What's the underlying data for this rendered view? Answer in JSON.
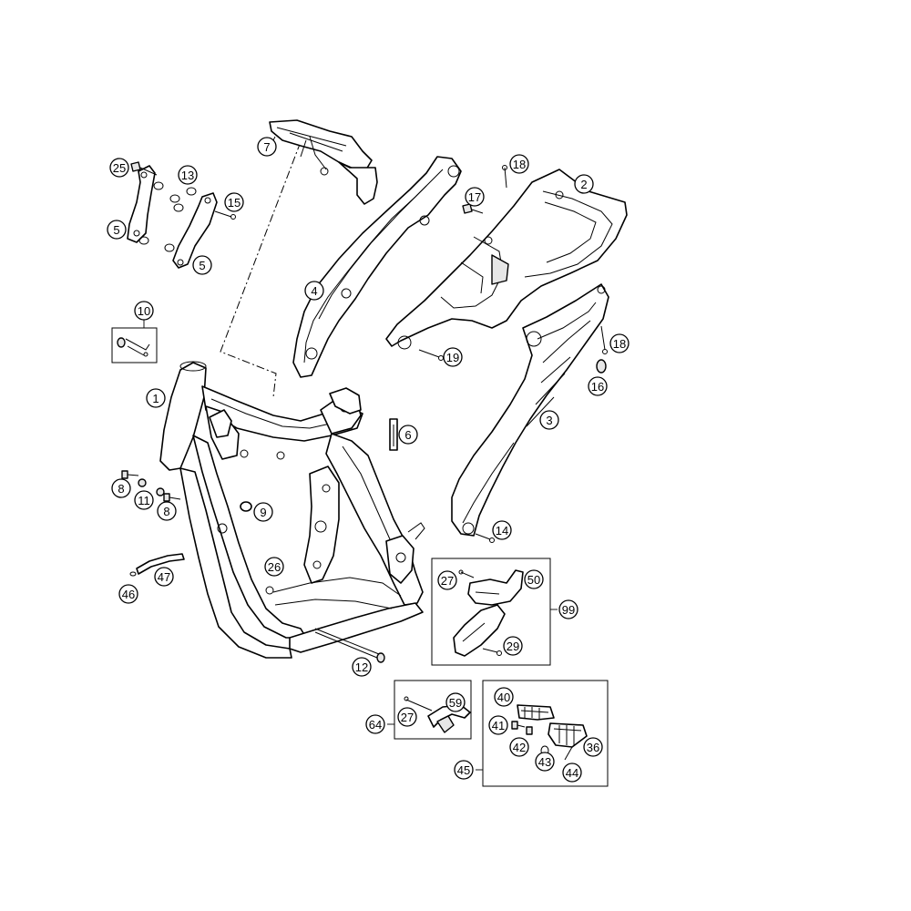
{
  "diagram": {
    "callouts": [
      {
        "id": "c25",
        "label": "25"
      },
      {
        "id": "c13",
        "label": "13"
      },
      {
        "id": "c15",
        "label": "15"
      },
      {
        "id": "c5a",
        "label": "5"
      },
      {
        "id": "c5b",
        "label": "5"
      },
      {
        "id": "c7",
        "label": "7"
      },
      {
        "id": "c18a",
        "label": "18"
      },
      {
        "id": "c2",
        "label": "2"
      },
      {
        "id": "c17",
        "label": "17"
      },
      {
        "id": "c4",
        "label": "4"
      },
      {
        "id": "c10",
        "label": "10"
      },
      {
        "id": "c19",
        "label": "19"
      },
      {
        "id": "c18b",
        "label": "18"
      },
      {
        "id": "c16",
        "label": "16"
      },
      {
        "id": "c1",
        "label": "1"
      },
      {
        "id": "c3",
        "label": "3"
      },
      {
        "id": "c6",
        "label": "6"
      },
      {
        "id": "c8a",
        "label": "8"
      },
      {
        "id": "c11",
        "label": "11"
      },
      {
        "id": "c8b",
        "label": "8"
      },
      {
        "id": "c9",
        "label": "9"
      },
      {
        "id": "c14",
        "label": "14"
      },
      {
        "id": "c47",
        "label": "47"
      },
      {
        "id": "c46",
        "label": "46"
      },
      {
        "id": "c26",
        "label": "26"
      },
      {
        "id": "c27a",
        "label": "27"
      },
      {
        "id": "c50",
        "label": "50"
      },
      {
        "id": "c99",
        "label": "99"
      },
      {
        "id": "c29",
        "label": "29"
      },
      {
        "id": "c12",
        "label": "12"
      },
      {
        "id": "c40",
        "label": "40"
      },
      {
        "id": "c59",
        "label": "59"
      },
      {
        "id": "c27b",
        "label": "27"
      },
      {
        "id": "c64",
        "label": "64"
      },
      {
        "id": "c41",
        "label": "41"
      },
      {
        "id": "c42",
        "label": "42"
      },
      {
        "id": "c43",
        "label": "43"
      },
      {
        "id": "c36",
        "label": "36"
      },
      {
        "id": "c44",
        "label": "44"
      },
      {
        "id": "c45",
        "label": "45"
      }
    ]
  }
}
